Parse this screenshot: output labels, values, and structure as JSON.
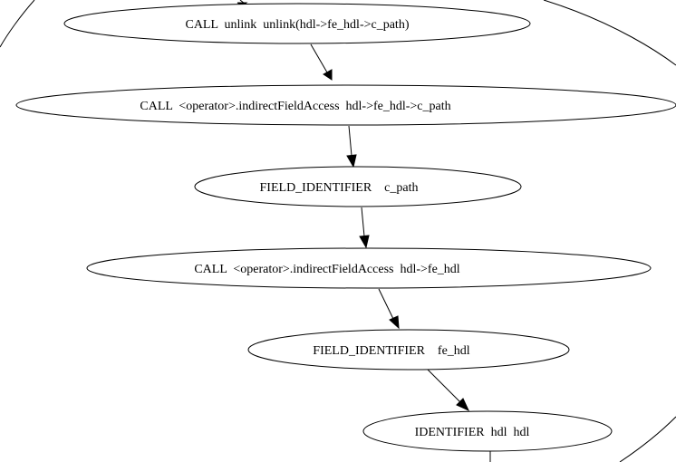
{
  "diagram": {
    "nodes": [
      {
        "id": "n1",
        "label": "CALL  unlink  unlink(hdl->fe_hdl->c_path)"
      },
      {
        "id": "n2",
        "label": "CALL  <operator>.indirectFieldAccess  hdl->fe_hdl->c_path"
      },
      {
        "id": "n3",
        "label": "FIELD_IDENTIFIER    c_path"
      },
      {
        "id": "n4",
        "label": "CALL  <operator>.indirectFieldAccess  hdl->fe_hdl"
      },
      {
        "id": "n5",
        "label": "FIELD_IDENTIFIER    fe_hdl"
      },
      {
        "id": "n6",
        "label": "IDENTIFIER  hdl  hdl"
      }
    ],
    "edges": [
      {
        "from": "n1",
        "to": "n2"
      },
      {
        "from": "n2",
        "to": "n3"
      },
      {
        "from": "n3",
        "to": "n4"
      },
      {
        "from": "n4",
        "to": "n5"
      },
      {
        "from": "n5",
        "to": "n6"
      }
    ]
  }
}
